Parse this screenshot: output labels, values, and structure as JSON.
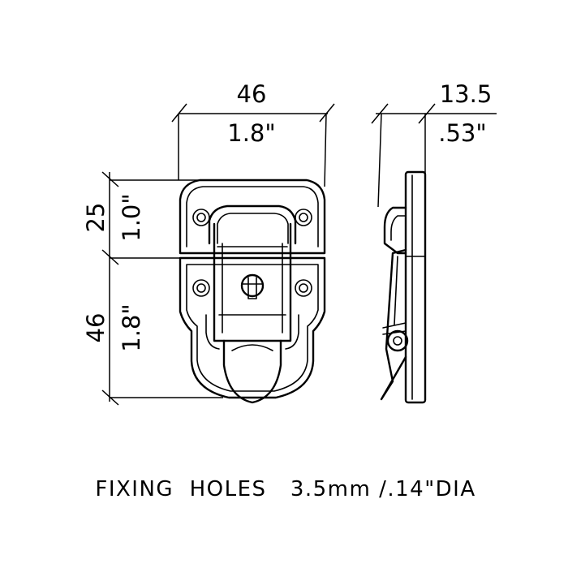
{
  "dimensions": {
    "width_mm": "46",
    "width_in": "1.8\"",
    "depth_mm": "13.5",
    "depth_in": ".53\"",
    "upper_mm": "25",
    "upper_in": "1.0\"",
    "lower_mm": "46",
    "lower_in": "1.8\""
  },
  "caption": "FIXING  HOLES   3.5mm /.14\"DIA"
}
